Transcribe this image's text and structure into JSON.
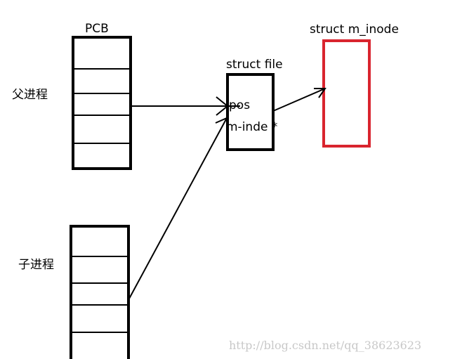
{
  "labels": {
    "pcb_title": "PCB",
    "parent_process": "父进程",
    "child_process": "子进程",
    "struct_file_title": "struct file",
    "struct_file_field_pos": "pos",
    "struct_file_field_inode": "m-inde *",
    "struct_inode_title": "struct m_inode"
  },
  "watermark": "http://blog.csdn.net/qq_38623623",
  "colors": {
    "inode_box": "#d9242e",
    "stroke": "#000000"
  }
}
